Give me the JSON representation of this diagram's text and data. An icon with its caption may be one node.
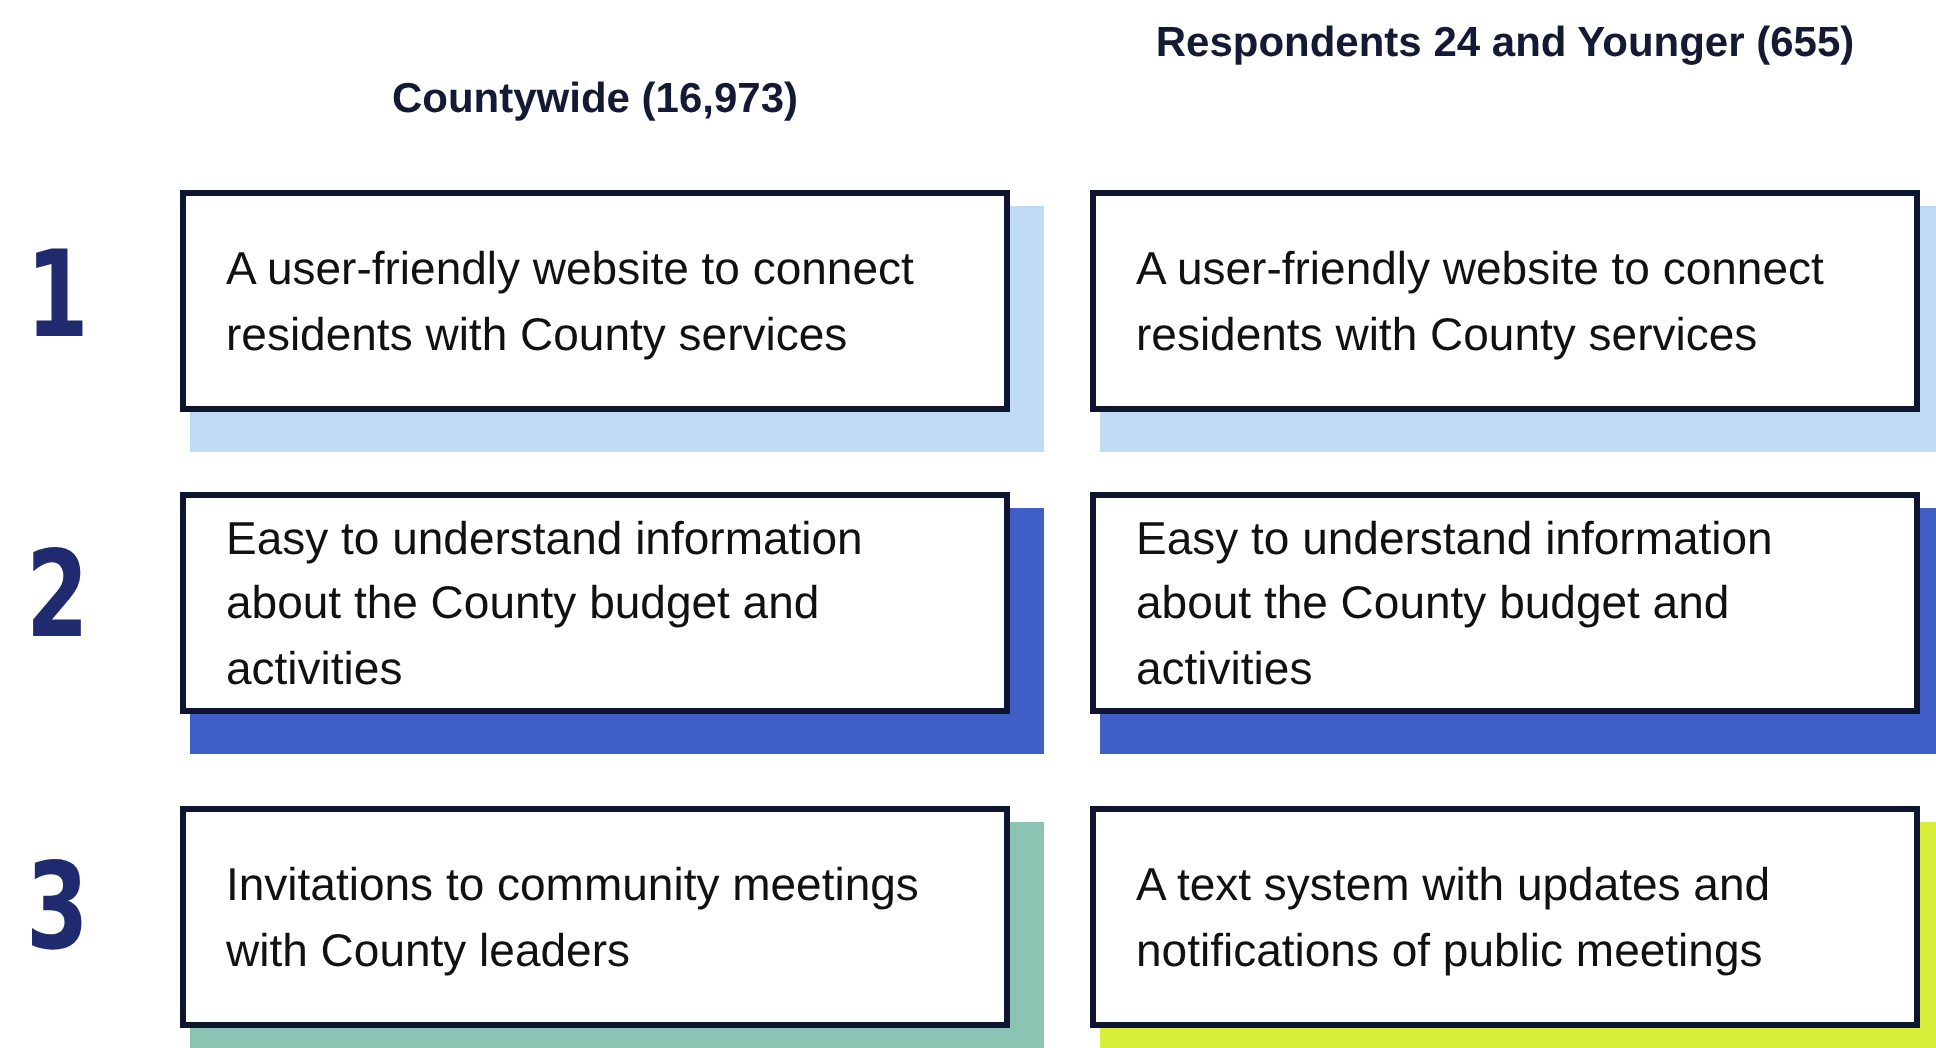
{
  "diagram": {
    "nodes": [
      {
        "text": [
          "A user-friendly website to connect residents with County services"
        ]
      },
      {
        "text": [
          "A user-friendly website to connect residents with County services"
        ]
      },
      {
        "text": [
          "Easy to understand information about the County budget and activities"
        ]
      },
      {
        "text": [
          "Easy to understand information about the County budget and activities"
        ]
      },
      {
        "text": [
          "Invitations to community meetings with County leaders"
        ]
      },
      {
        "text": [
          "A text system with updates and notifications of public meetings"
        ]
      }
    ],
    "labels": [
      "Countywide (16,973)",
      "Respondents 24 and Younger (655)",
      "1",
      "2",
      "3"
    ]
  }
}
